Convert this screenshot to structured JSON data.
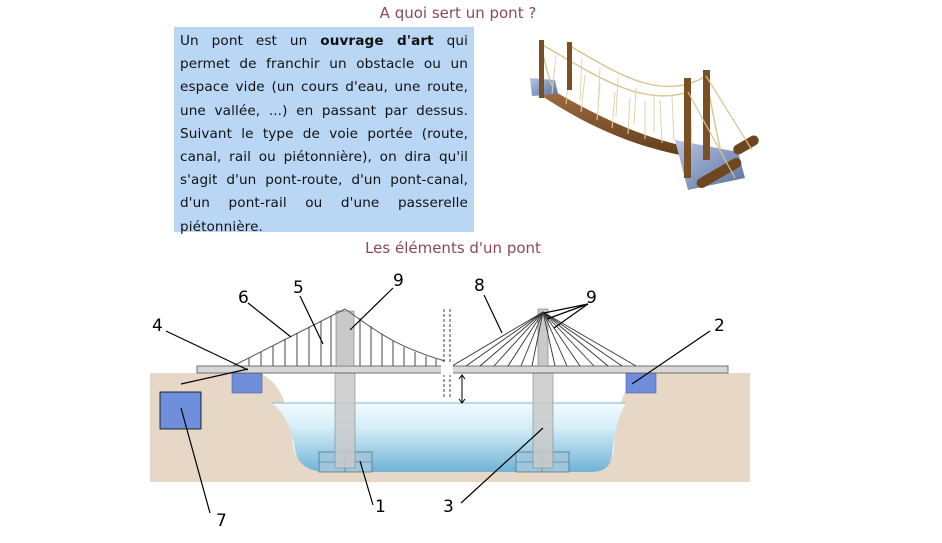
{
  "titles": {
    "top": "A quoi sert un pont ?",
    "middle": "Les éléments d'un pont"
  },
  "description": {
    "part1": "Un pont est un ",
    "keyword": "ouvrage d'art",
    "part2": " qui permet de franchir un obstacle ou un espace vide (un cours d'eau, une route, une vallée, ...) en passant par dessus. Suivant le type de voie portée (route, canal, rail ou piétonnière), on dira qu'il s'agit d'un pont-route, d'un pont-canal, d'un pont-rail ou d'une passerelle piétonnière."
  },
  "labels": {
    "n1": "1",
    "n2": "2",
    "n3": "3",
    "n4": "4",
    "n5": "5",
    "n6": "6",
    "n7": "7",
    "n8": "8",
    "n9a": "9",
    "n9b": "9"
  },
  "colors": {
    "title": "#8a4a57",
    "textbox_bg": "#b9d7f5",
    "ground": "#e7d7c6",
    "water_top": "#d6eef8",
    "water_bottom": "#6fb3d6",
    "abutment": "#6f8fdc",
    "pier": "#c4c4c4",
    "wood": "#8a5a2b"
  }
}
